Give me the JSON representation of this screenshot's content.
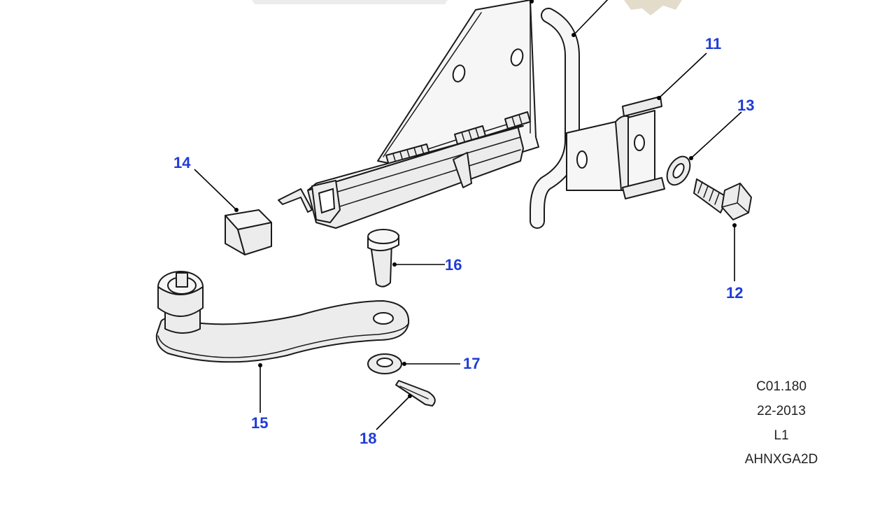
{
  "diagram": {
    "callouts": {
      "c11": "11",
      "c12": "12",
      "c13": "13",
      "c14": "14",
      "c15": "15",
      "c16": "16",
      "c17": "17",
      "c18": "18"
    },
    "reference": {
      "code": "C01.180",
      "date": "22-2013",
      "level": "L1",
      "id": "AHNXGA2D"
    }
  },
  "colors": {
    "callout": "#1f3bd6",
    "line": "#1a1a1a",
    "part_fill": "#ececec",
    "watermark": "#e3dccb"
  }
}
